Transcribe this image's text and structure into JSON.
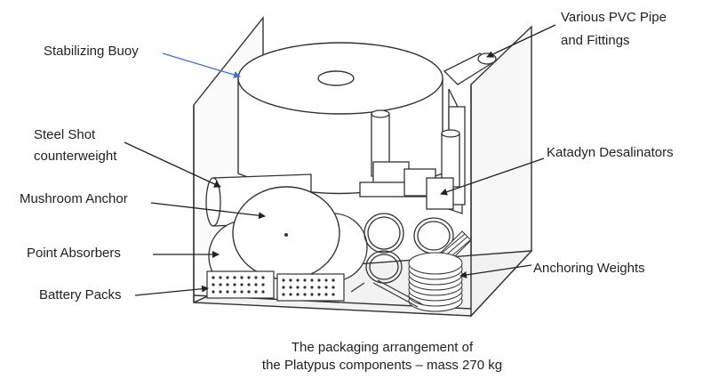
{
  "labels": {
    "stabilizing_buoy": "Stabilizing Buoy",
    "pvc_line1": "Various PVC Pipe",
    "pvc_line2": "and Fittings",
    "steel_shot_line1": "Steel Shot",
    "steel_shot_line2": "counterweight",
    "katadyn": "Katadyn Desalinators",
    "mushroom_anchor": "Mushroom Anchor",
    "point_absorbers": "Point Absorbers",
    "anchoring_weights": "Anchoring Weights",
    "battery_packs": "Battery Packs"
  },
  "caption": {
    "line1": "The packaging arrangement of",
    "line2": "the Platypus components – mass 270 kg"
  },
  "colors": {
    "line": "#333333",
    "buoy_arrow": "#4472c4",
    "text": "#222222"
  }
}
